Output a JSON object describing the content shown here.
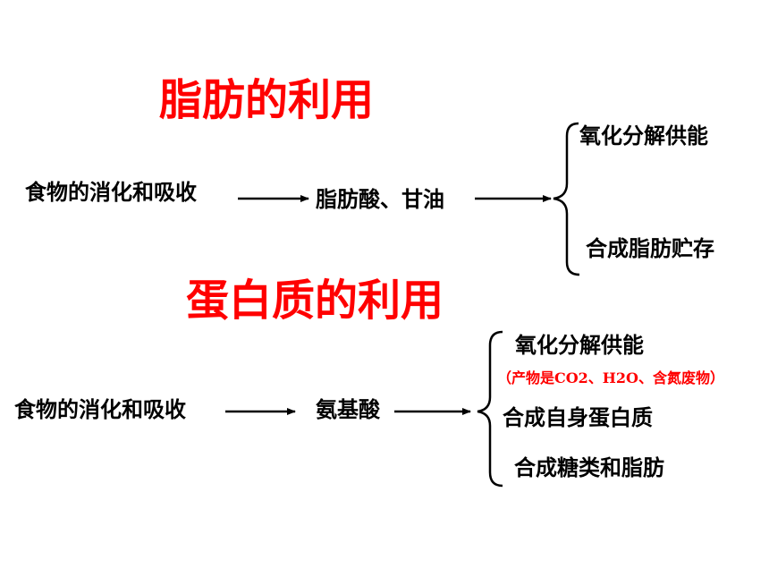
{
  "colors": {
    "title": "#ff0000",
    "text": "#000000",
    "note": "#ff0000",
    "arrow": "#000000"
  },
  "fat": {
    "title": "脂肪的利用",
    "source": "食物的消化和吸收",
    "product": "脂肪酸、甘油",
    "outcomes": [
      "氧化分解供能",
      "合成脂肪贮存"
    ]
  },
  "protein": {
    "title": "蛋白质的利用",
    "source": "食物的消化和吸收",
    "product": "氨基酸",
    "outcomes": [
      "氧化分解供能",
      "合成自身蛋白质",
      "合成糖类和脂肪"
    ],
    "note": "（产物是CO2、H2O、含氮废物）"
  }
}
